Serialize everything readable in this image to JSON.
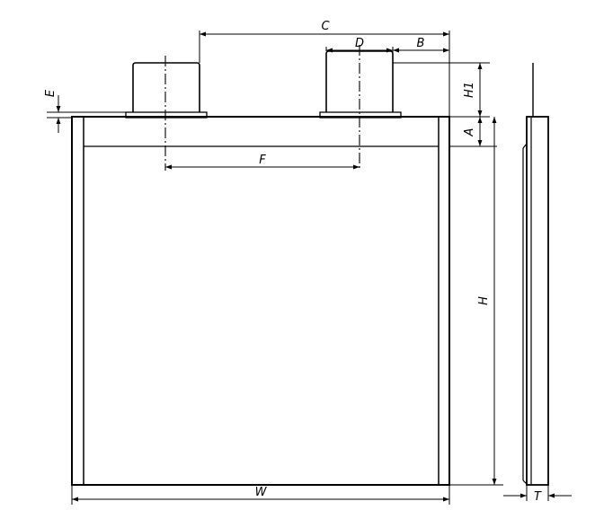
{
  "labels": {
    "c": "C",
    "d": "D",
    "b": "B",
    "e": "E",
    "h1": "H1",
    "a": "A",
    "f": "F",
    "h": "H",
    "w": "W",
    "t": "T"
  },
  "colors": {
    "line": "#000000",
    "background": "#ffffff"
  }
}
